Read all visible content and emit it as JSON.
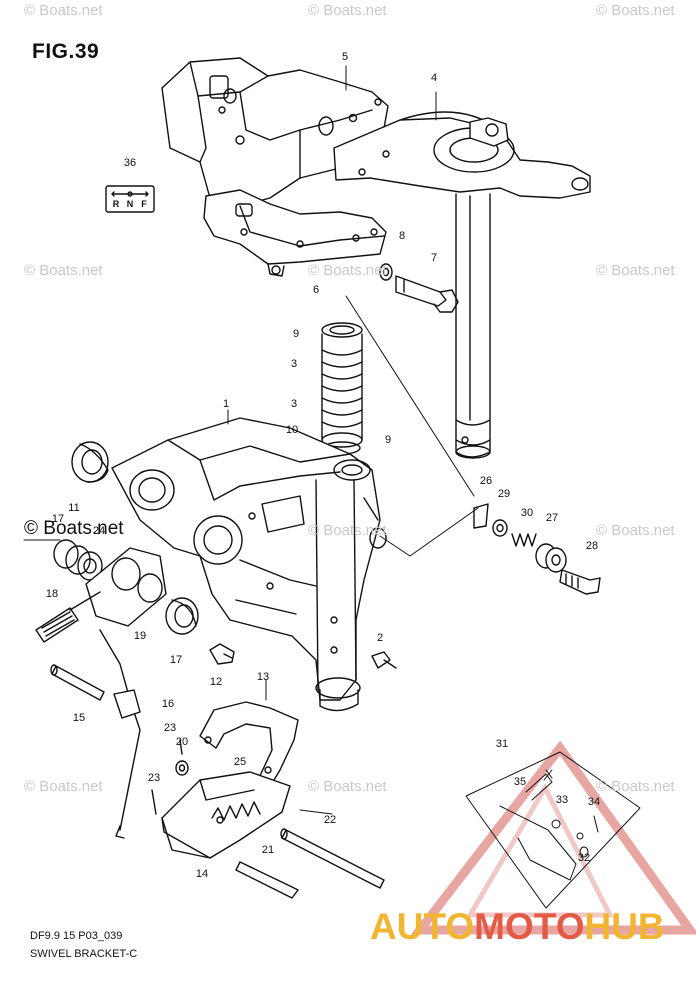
{
  "figure": {
    "title": "FIG.39"
  },
  "footer": {
    "code": "DF9.9 15 P03_039",
    "name": "SWIVEL BRACKET-C"
  },
  "watermark": {
    "text": "© Boats.net"
  },
  "brand": {
    "part1": "AUTO",
    "part2": "MOTO",
    "part3": "HUB"
  },
  "label_plate": {
    "letters": [
      "R",
      "N",
      "F"
    ]
  },
  "colors": {
    "ink": "#111111",
    "watermark": "#c9c9c9",
    "brand_gold": "#f2b531",
    "brand_red": "#e35a45"
  },
  "callouts": [
    {
      "id": "1"
    },
    {
      "id": "2"
    },
    {
      "id": "3"
    },
    {
      "id": "3"
    },
    {
      "id": "4"
    },
    {
      "id": "5"
    },
    {
      "id": "6"
    },
    {
      "id": "7"
    },
    {
      "id": "8"
    },
    {
      "id": "9"
    },
    {
      "id": "9"
    },
    {
      "id": "10"
    },
    {
      "id": "11"
    },
    {
      "id": "12"
    },
    {
      "id": "13"
    },
    {
      "id": "14"
    },
    {
      "id": "15"
    },
    {
      "id": "16"
    },
    {
      "id": "17"
    },
    {
      "id": "17"
    },
    {
      "id": "18"
    },
    {
      "id": "19"
    },
    {
      "id": "20"
    },
    {
      "id": "21"
    },
    {
      "id": "22"
    },
    {
      "id": "23"
    },
    {
      "id": "23"
    },
    {
      "id": "24"
    },
    {
      "id": "25"
    },
    {
      "id": "26"
    },
    {
      "id": "27"
    },
    {
      "id": "28"
    },
    {
      "id": "29"
    },
    {
      "id": "30"
    },
    {
      "id": "31"
    },
    {
      "id": "32"
    },
    {
      "id": "33"
    },
    {
      "id": "34"
    },
    {
      "id": "35"
    },
    {
      "id": "36"
    }
  ]
}
